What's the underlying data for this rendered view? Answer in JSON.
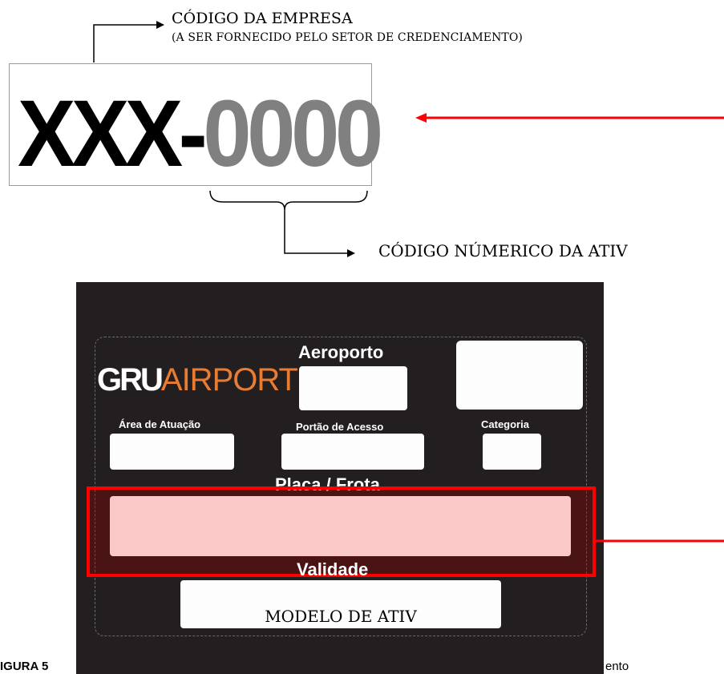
{
  "annotation": {
    "empresa_label": "CÓDIGO DA EMPRESA",
    "empresa_sub": "(A SER FORNECIDO PELO SETOR DE CREDENCIAMENTO)",
    "code_prefix": "XXX-",
    "code_number": "0000",
    "numerico_label": "CÓDIGO NÚMERICO DA ATIV"
  },
  "badge": {
    "logo_bold": "GRU",
    "logo_light": "AIRPORT",
    "aeroporto_label": "Aeroporto",
    "area_label": "Área de Atuação",
    "portao_label": "Portão de Acesso",
    "categoria_label": "Categoria",
    "placa_label": "Placa / Frota",
    "validade_label": "Validade",
    "modelo_label": "MODELO DE ATIV"
  },
  "caption": {
    "left": "IGURA 5",
    "right": "ento"
  },
  "colors": {
    "badge_bg": "#231f20",
    "logo_accent": "#e77c32",
    "arrow_red": "#ff0000",
    "code_gray": "#808080"
  }
}
